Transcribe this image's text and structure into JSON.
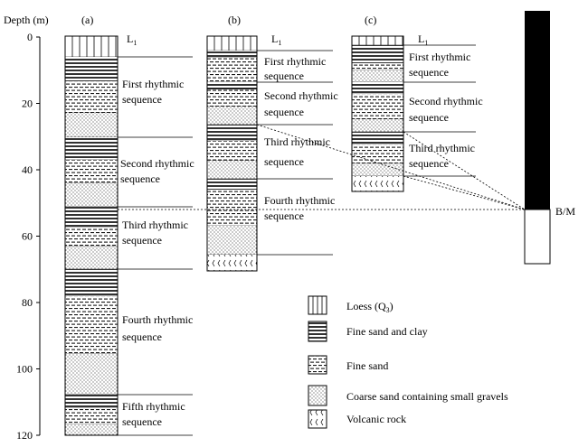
{
  "axis": {
    "title": "Depth (m)",
    "ticks": [
      "0",
      "20",
      "40",
      "60",
      "80",
      "100",
      "120"
    ]
  },
  "columns": [
    {
      "label": "(a)",
      "loess_label": "L",
      "loess_sub": "1",
      "sequences": [
        [
          "First rhythmic",
          "sequence"
        ],
        [
          "Second rhythmic",
          "sequence"
        ],
        [
          "Third rhythmic",
          "sequence"
        ],
        [
          "Fourth rhythmic",
          "sequence"
        ],
        [
          "Fifth rhythmic",
          "sequence"
        ]
      ]
    },
    {
      "label": "(b)",
      "loess_label": "L",
      "loess_sub": "1",
      "sequences": [
        [
          "First rhythmic",
          "sequence"
        ],
        [
          "Second rhythmic",
          "sequence"
        ],
        [
          "Third rhythmic",
          "sequence"
        ],
        [
          "Fourth rhythmic",
          "sequence"
        ]
      ]
    },
    {
      "label": "(c)",
      "loess_label": "L",
      "loess_sub": "1",
      "sequences": [
        [
          "First rhythmic",
          "sequence"
        ],
        [
          "Second rhythmic",
          "sequence"
        ],
        [
          "Third rhythmic",
          "sequence"
        ]
      ]
    }
  ],
  "boundary_label": "B/M",
  "legend": [
    {
      "pattern": "loess",
      "label": "Loess (Q",
      "sub": "3",
      "suffix": ")"
    },
    {
      "pattern": "fine_sand_clay",
      "label": "Fine sand and clay",
      "sub": "",
      "suffix": ""
    },
    {
      "pattern": "fine_sand",
      "label": "Fine sand",
      "sub": "",
      "suffix": ""
    },
    {
      "pattern": "coarse_sand",
      "label": "Coarse sand containing small gravels",
      "sub": "",
      "suffix": ""
    },
    {
      "pattern": "volcanic",
      "label": "Volcanic rock",
      "sub": "",
      "suffix": ""
    }
  ]
}
